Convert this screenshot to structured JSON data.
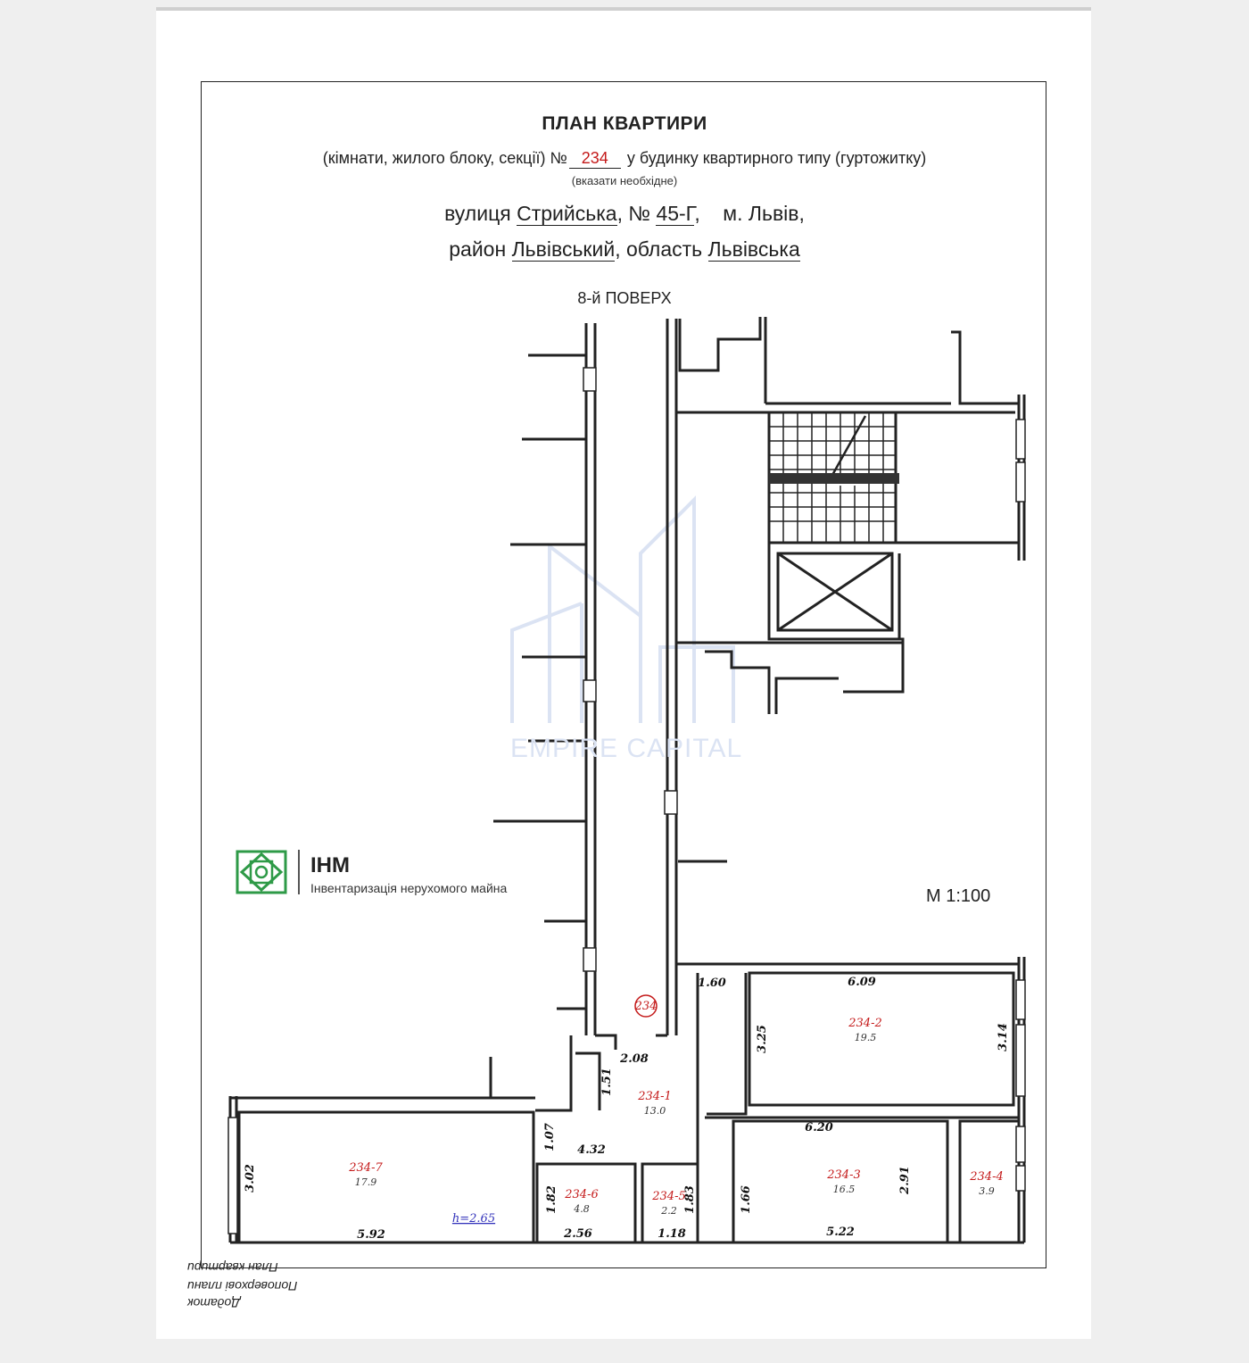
{
  "header": {
    "title": "ПЛАН КВАРТИРИ",
    "line2_prefix": "(кімнати, жилого блоку, секції) №",
    "apartment_number": "234",
    "line2_suffix": "у будинку квартирного типу (гуртожитку)",
    "line3": "(вказати необхідне)",
    "street_label": "вулиця",
    "street": "Стрийська",
    "house_label": ", №",
    "house": "45-Г",
    "city": ",    м. Львів,",
    "district_label": "район",
    "district": "Львівський",
    "region_label": ", область",
    "region": "Львівська"
  },
  "floor_label": "8-й ПОВЕРХ",
  "scale": "М 1:100",
  "company": {
    "name": "ІНМ",
    "subtitle": "Інвентаризація нерухомого майна",
    "brand_color": "#2e9a47"
  },
  "watermark": {
    "text": "EMPIRE CAPITAL",
    "color": "#dbe3f3"
  },
  "stamp": {
    "line1": "Додаток",
    "line2": "Поповерхові плани",
    "line3": "План квартири"
  },
  "apartment_tag": "234",
  "rooms": [
    {
      "id": "234-1",
      "area": "13.0"
    },
    {
      "id": "234-2",
      "area": "19.5"
    },
    {
      "id": "234-3",
      "area": "16.5"
    },
    {
      "id": "234-4",
      "area": "3.9"
    },
    {
      "id": "234-5",
      "area": "2.2"
    },
    {
      "id": "234-6",
      "area": "4.8"
    },
    {
      "id": "234-7",
      "area": "17.9"
    }
  ],
  "dimensions": [
    "1.60",
    "6.09",
    "3.25",
    "3.14",
    "2.08",
    "1.51",
    "6.20",
    "1.07",
    "4.32",
    "3.02",
    "2.91",
    "1.82",
    "1.83",
    "1.66",
    "5.92",
    "2.56",
    "1.18",
    "5.22"
  ],
  "ceiling_height": "h=2.65",
  "colors": {
    "room_label": "#c41a1a",
    "height_label": "#3333bb",
    "ink": "#222222"
  }
}
